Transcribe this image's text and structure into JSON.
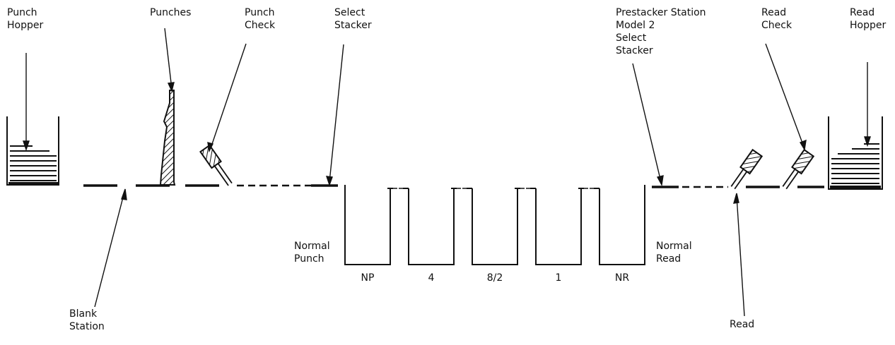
{
  "labels": {
    "punch_hopper": [
      "Punch",
      "Hopper"
    ],
    "punches": [
      "Punches"
    ],
    "punch_check": [
      "Punch",
      "Check"
    ],
    "select_stacker": [
      "Select",
      "Stacker"
    ],
    "prestacker": [
      "Prestacker Station",
      "Model 2",
      "Select",
      "Stacker"
    ],
    "read_check": [
      "Read",
      "Check"
    ],
    "read_hopper": [
      "Read",
      "Hopper"
    ],
    "blank_station": [
      "Blank",
      "Station"
    ],
    "normal_punch": [
      "Normal",
      "Punch"
    ],
    "normal_read": [
      "Normal",
      "Read"
    ],
    "read": [
      "Read"
    ]
  },
  "pockets": [
    "NP",
    "4",
    "8/2",
    "1",
    "NR"
  ]
}
